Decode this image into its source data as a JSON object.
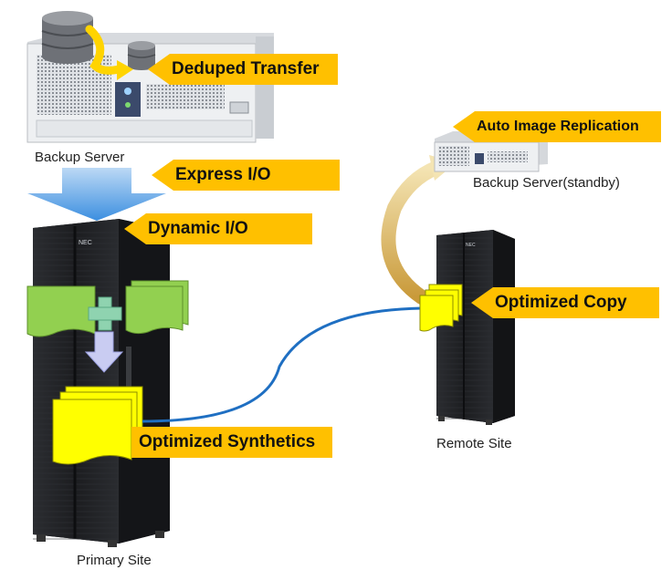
{
  "labels": {
    "backup_server": "Backup Server",
    "backup_server_standby": "Backup Server(standby)",
    "remote_site": "Remote Site",
    "primary_site": "Primary Site"
  },
  "features": {
    "deduped_transfer": "Deduped Transfer",
    "express_io": "Express I/O",
    "dynamic_io": "Dynamic I/O",
    "auto_image_replication": "Auto Image Replication",
    "optimized_copy": "Optimized Copy",
    "optimized_synthetics": "Optimized Synthetics"
  },
  "rack_brand": "NEC",
  "colors": {
    "tag": "#ffc000",
    "rack": "#1f2124",
    "server": "#eef0f2",
    "document_yellow": "#ffff00",
    "document_green": "#92d050",
    "link_line": "#1f6fc2"
  },
  "icons": [
    "database-icon",
    "plus-icon",
    "down-arrow-icon",
    "curved-arrow-icon"
  ]
}
